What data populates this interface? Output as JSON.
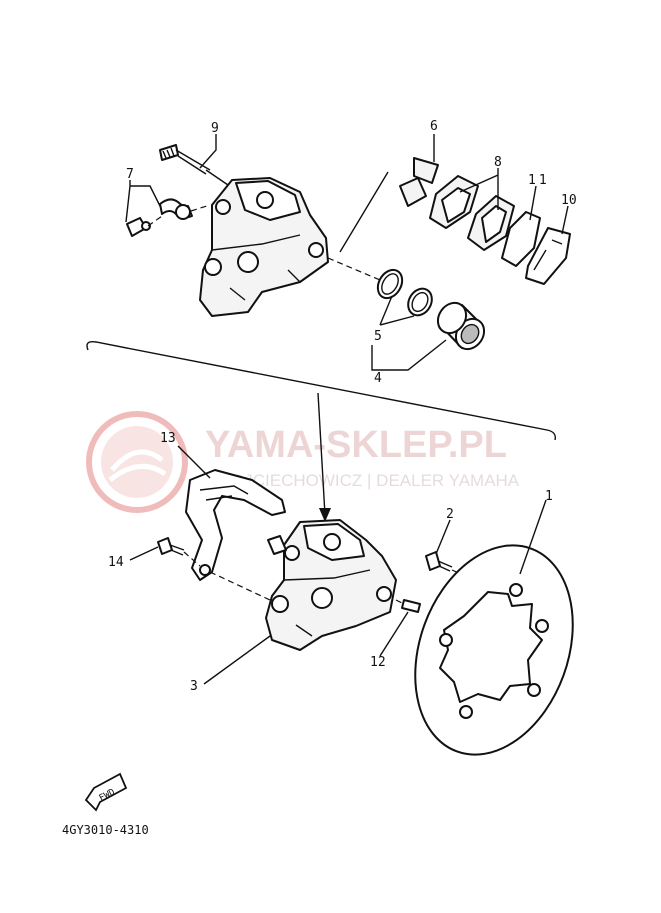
{
  "diagram": {
    "callouts": {
      "c1": "1",
      "c2": "2",
      "c3": "3",
      "c4": "4",
      "c5": "5",
      "c6": "6",
      "c7": "7",
      "c8": "8",
      "c9": "9",
      "c10": "10",
      "c11": "11",
      "c12": "12",
      "c13": "13",
      "c14": "14"
    },
    "fwd_label": "FWD",
    "diagram_code": "4GY3010-4310"
  },
  "watermark": {
    "brand": "YAMA-SKLEP.PL",
    "tagline": "WOJCIECHOWICZ | DEALER YAMAHA",
    "color": "#e8a0a0"
  }
}
